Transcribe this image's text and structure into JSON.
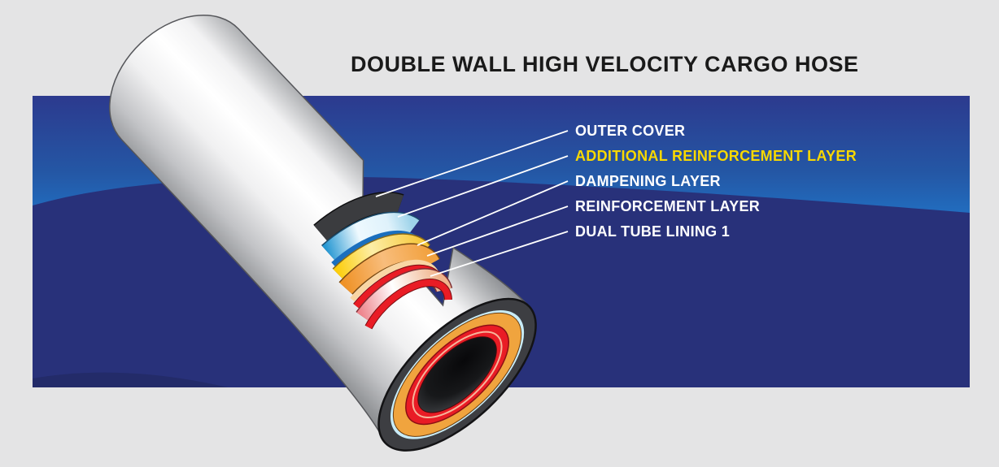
{
  "title": {
    "text": "DOUBLE WALL HIGH VELOCITY CARGO HOSE"
  },
  "diagram": {
    "subject": "double-wall-high-velocity-cargo-hose-cutaway",
    "labels": [
      {
        "text": "OUTER COVER",
        "color": "#ffffff"
      },
      {
        "text": "ADDITIONAL REINFORCEMENT LAYER",
        "color": "#f8d800"
      },
      {
        "text": "DAMPENING LAYER",
        "color": "#ffffff"
      },
      {
        "text": "REINFORCEMENT LAYER",
        "color": "#ffffff"
      },
      {
        "text": "DUAL TUBE LINING 1",
        "color": "#ffffff"
      }
    ],
    "colors": {
      "page_background": "#e4e4e5",
      "panel_sky_top": "#2c3a8e",
      "panel_sky_horizon": "#2079cd",
      "panel_ground": "#28317a",
      "label_accent_yellow": "#f8d800",
      "outer_cover_band": "#3b3c3f",
      "additional_reinforcement_band": "#2496d2",
      "dampening_band": "#fccd0a",
      "reinforcement_band": "#ef9226",
      "dual_tube_lining_band": "#ee858d",
      "end_ring_red": "#e91c25",
      "end_ring_orange": "#f0a43e",
      "end_ring_cyan": "#c8ecf7"
    }
  }
}
